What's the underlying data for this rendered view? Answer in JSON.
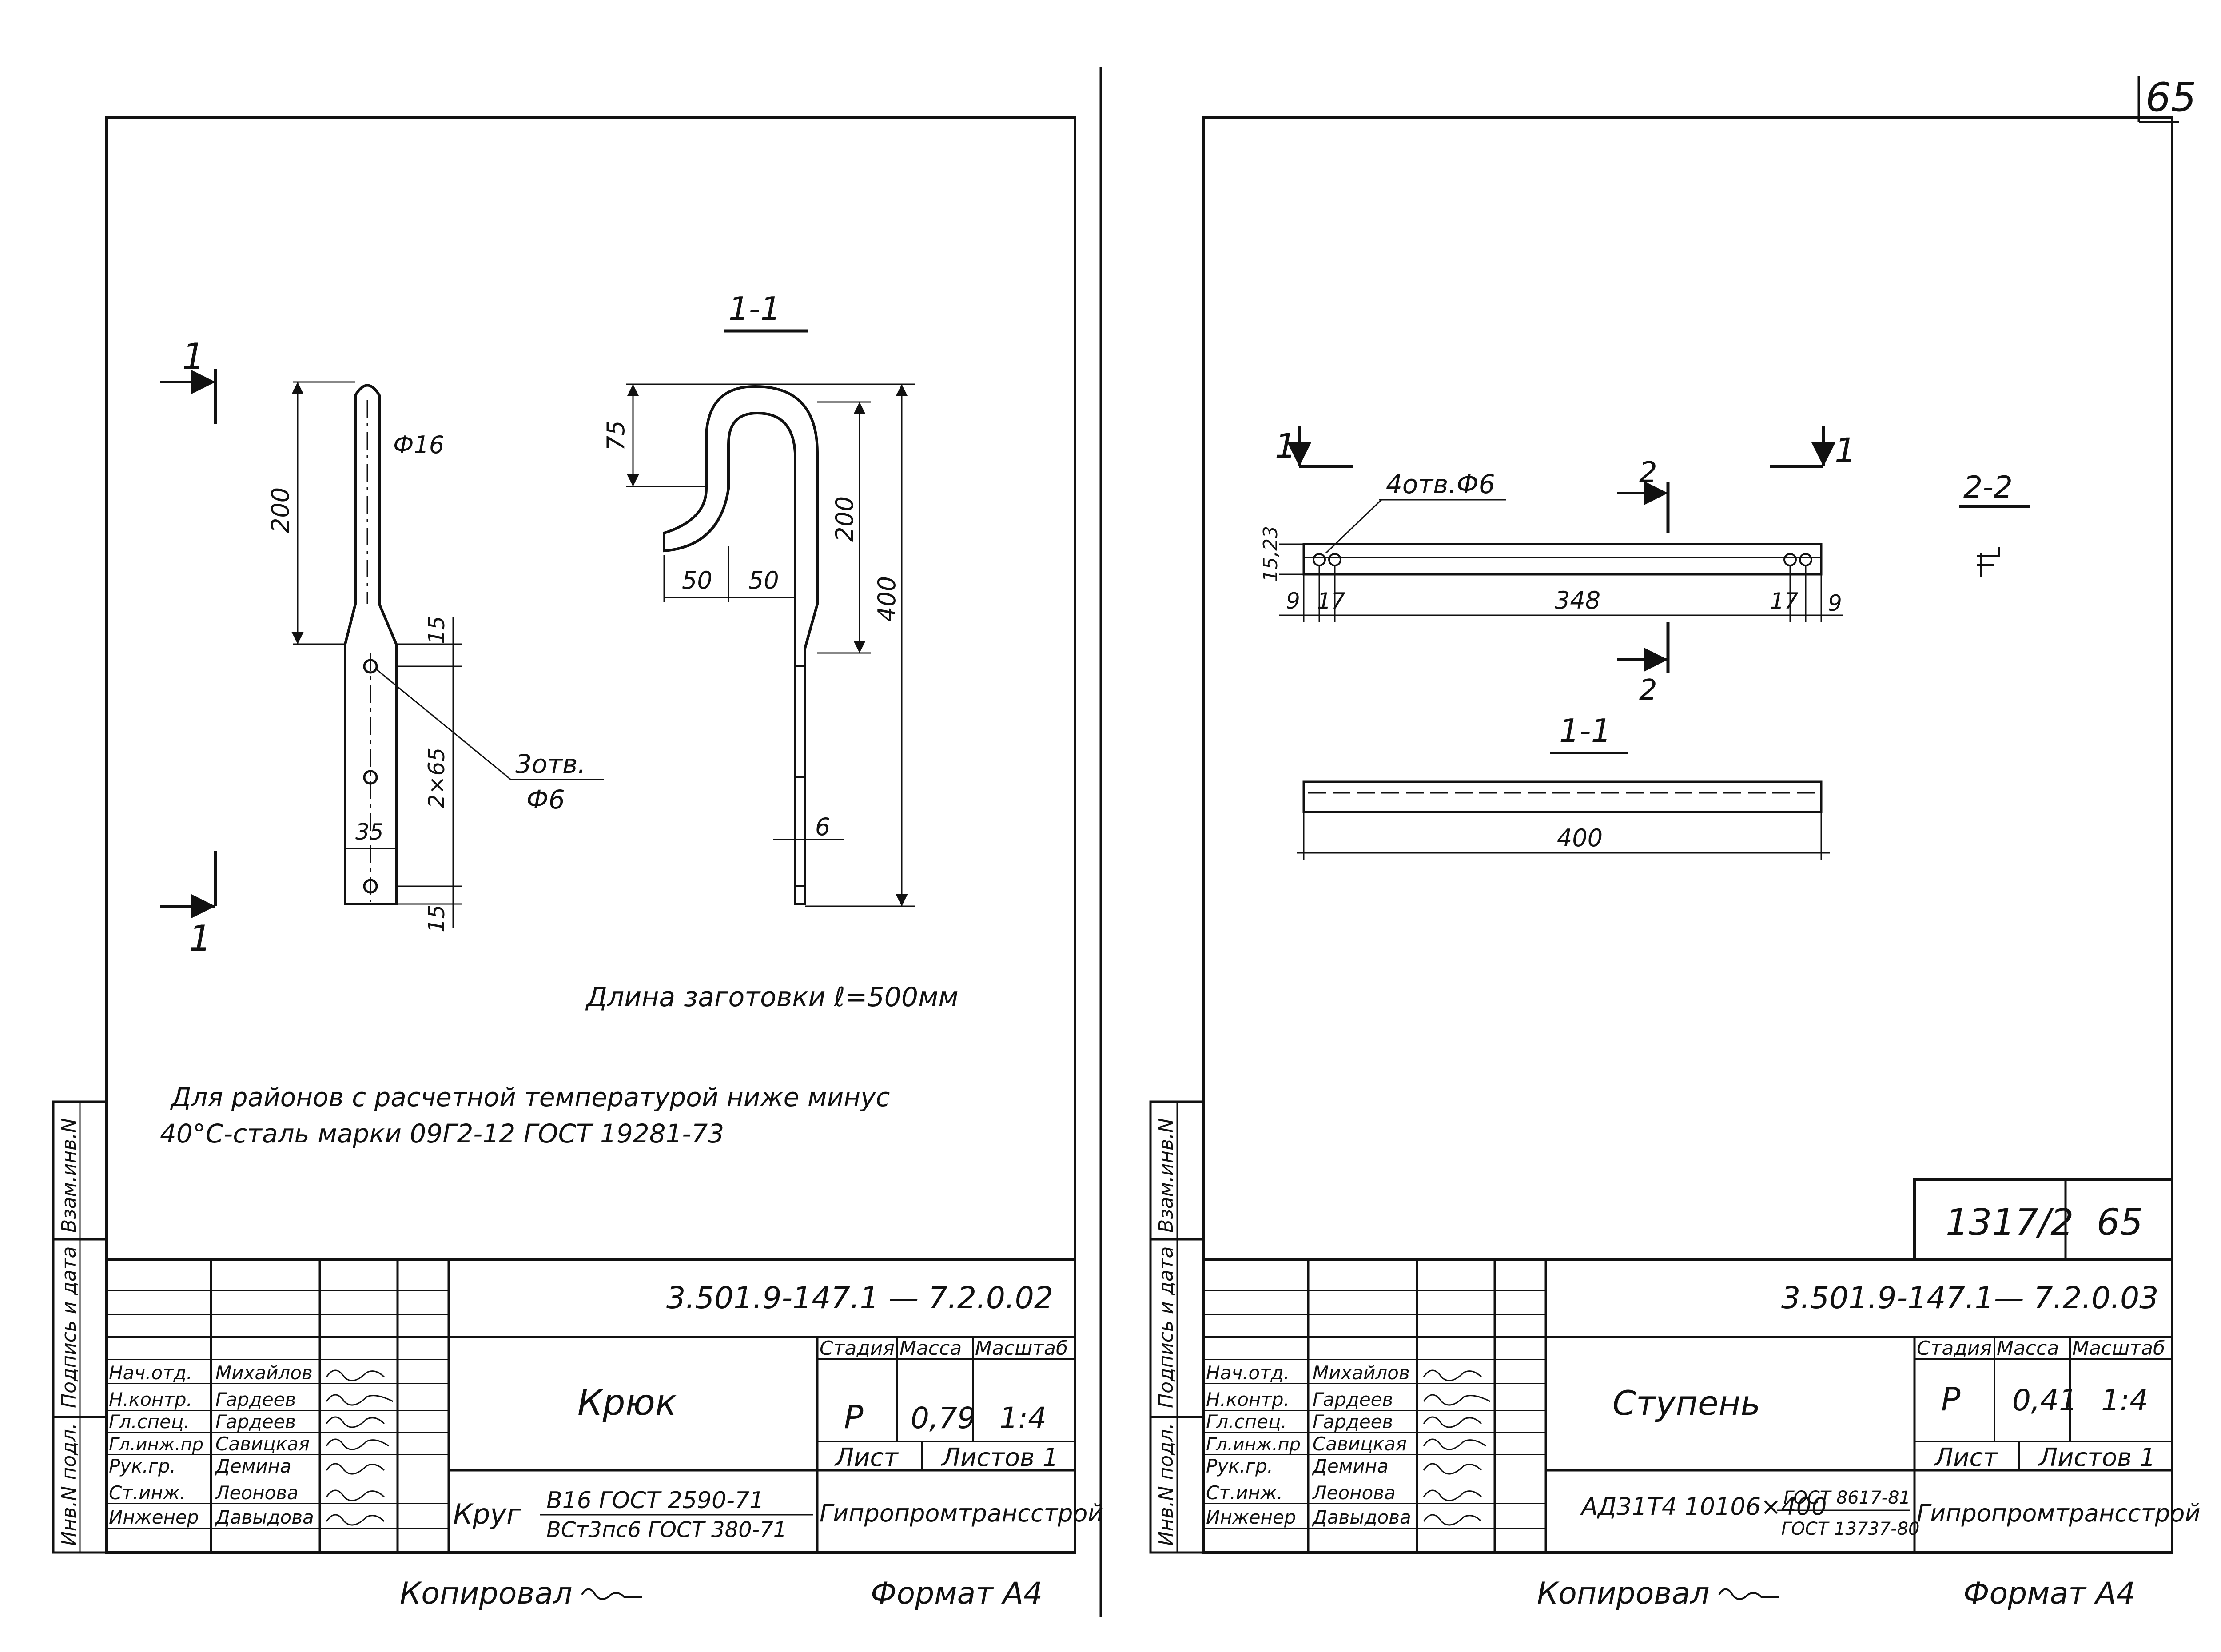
{
  "page_number": "65",
  "left_sheet": {
    "view_label": "1",
    "section_title": "1-1",
    "dims": {
      "phi16": "Ф16",
      "d200_left": "200",
      "d15_top": "15",
      "d2x65": "2×65",
      "d35": "35",
      "d15_bottom": "15",
      "d75": "75",
      "d50_a": "50",
      "d50_b": "50",
      "d200_right": "200",
      "d400": "400",
      "d6": "6"
    },
    "holes_note_line1": "3отв.",
    "holes_note_line2": "Ф6",
    "blank_length": "Длина заготовки ℓ=500мм",
    "note_line1": "Для районов с расчетной температурой ниже минус",
    "note_line2": "40°С-сталь марки 09Г2-12 ГОСТ 19281-73",
    "title_block": {
      "doc_number": "3.501.9-147.1 — 7.2.0.02",
      "item_name": "Крюк",
      "stage_header": "Стадия",
      "mass_header": "Масса",
      "scale_header": "Масштаб",
      "stage": "Р",
      "mass": "0,79",
      "scale": "1:4",
      "sheet_label": "Лист",
      "sheets_label": "Листов 1",
      "material_prefix": "Круг",
      "material_top": "В16 ГОСТ 2590-71",
      "material_bottom": "ВСт3пс6 ГОСТ 380-71",
      "organization": "Гипропромтрансстрой",
      "roles": [
        "Нач.отд.",
        "Н.контр.",
        "Гл.спец.",
        "Гл.инж.пр",
        "Рук.гр.",
        "Ст.инж.",
        "Инженер"
      ],
      "names": [
        "Михайлов",
        "Гардеев",
        "Гардеев",
        "Савицкая",
        "Демина",
        "Леонова",
        "Давыдова"
      ],
      "side_labels": [
        "Инв.N подл.",
        "Подпись и дата",
        "Взам.инв.N"
      ]
    },
    "copied": "Копировал",
    "format": "Формат А4"
  },
  "right_sheet": {
    "view_label": "1",
    "section_label": "2",
    "section_title_11": "1-1",
    "section_title_22": "2-2",
    "holes": "4отв.Ф6",
    "dims": {
      "d15_23": "15,23",
      "d9_left": "9",
      "d17_left": "17",
      "d348": "348",
      "d17_right": "17",
      "d9_right": "9",
      "d400": "400"
    },
    "stamp_code": "1317/2",
    "stamp_page": "65",
    "title_block": {
      "doc_number": "3.501.9-147.1— 7.2.0.03",
      "item_name": "Ступень",
      "stage_header": "Стадия",
      "mass_header": "Масса",
      "scale_header": "Масштаб",
      "stage": "Р",
      "mass": "0,41",
      "scale": "1:4",
      "sheet_label": "Лист",
      "sheets_label": "Листов 1",
      "material_main": "АД31Т4 10106×400",
      "material_std_top": "ГОСТ 8617-81",
      "material_std_bottom": "ГОСТ 13737-80",
      "organization": "Гипропромтрансстрой",
      "roles": [
        "Нач.отд.",
        "Н.контр.",
        "Гл.спец.",
        "Гл.инж.пр",
        "Рук.гр.",
        "Ст.инж.",
        "Инженер"
      ],
      "names": [
        "Михайлов",
        "Гардеев",
        "Гардеев",
        "Савицкая",
        "Демина",
        "Леонова",
        "Давыдова"
      ],
      "side_labels": [
        "Инв.N подл.",
        "Подпись и дата",
        "Взам.инв.N"
      ]
    },
    "copied": "Копировал",
    "format": "Формат А4"
  }
}
